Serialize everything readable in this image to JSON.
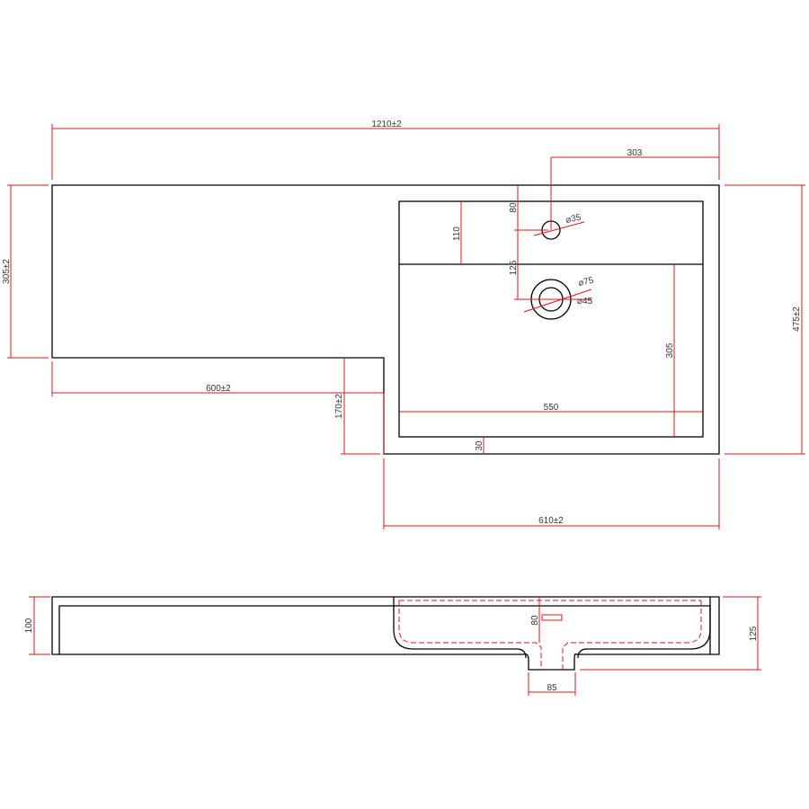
{
  "colors": {
    "outline": "#000000",
    "dimension": "#e0161b"
  },
  "top_view": {
    "overall_width": "1210±2",
    "tap_offset_right": "303",
    "left_depth": "305±2",
    "total_depth": "475±2",
    "left_length": "600±2",
    "step_depth": "170±2",
    "basin_unit_width": "610±2",
    "basin_width": "550",
    "basin_depth": "305",
    "deck_depth": "110",
    "tap_from_back": "80",
    "tap_to_waste": "125",
    "front_rim": "30",
    "tap_hole_dia": "⌀35",
    "waste_outer_dia": "⌀75",
    "waste_inner_dia": "⌀45"
  },
  "side_view": {
    "top_height": "100",
    "total_height": "125",
    "waste_width": "85",
    "basin_inner_depth": "80"
  }
}
